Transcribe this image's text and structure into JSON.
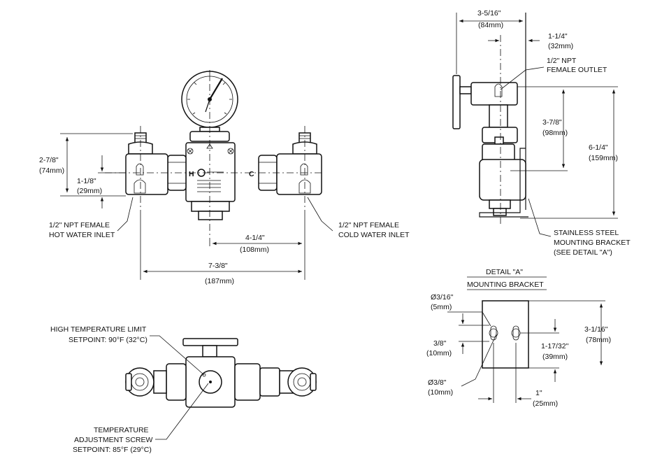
{
  "front_view": {
    "width_overall": "7-3/8\"",
    "width_overall_mm": "(187mm)",
    "inlet_spacing": "4-1/4\"",
    "inlet_spacing_mm": "(108mm)",
    "height_upper": "2-7/8\"",
    "height_upper_mm": "(74mm)",
    "height_lower": "1-1/8\"",
    "height_lower_mm": "(29mm)",
    "hot_inlet_line1": "1/2\" NPT FEMALE",
    "hot_inlet_line2": "HOT WATER INLET",
    "cold_inlet_line1": "1/2\" NPT FEMALE",
    "cold_inlet_line2": "COLD WATER INLET",
    "port_h": "H",
    "port_c": "C"
  },
  "side_view": {
    "depth": "3-5/16\"",
    "depth_mm": "(84mm)",
    "offset": "1-1/4\"",
    "offset_mm": "(32mm)",
    "outlet_line1": "1/2\" NPT",
    "outlet_line2": "FEMALE OUTLET",
    "height_mid": "3-7/8\"",
    "height_mid_mm": "(98mm)",
    "height_total": "6-1/4\"",
    "height_total_mm": "(159mm)",
    "bracket_line1": "STAINLESS STEEL",
    "bracket_line2": "MOUNTING BRACKET",
    "bracket_line3": "(SEE DETAIL \"A\")"
  },
  "bottom_view": {
    "high_limit_line1": "HIGH TEMPERATURE LIMIT",
    "high_limit_line2": "SETPOINT: 90°F (32°C)",
    "adjust_line1": "TEMPERATURE",
    "adjust_line2": "ADJUSTMENT SCREW",
    "adjust_line3": "SETPOINT: 85°F (29°C)"
  },
  "detail": {
    "title_line1": "DETAIL \"A\"",
    "title_line2": "MOUNTING BRACKET",
    "slot_dia_small": "Ø3/16\"",
    "slot_dia_small_mm": "(5mm)",
    "slot_len": "3/8\"",
    "slot_len_mm": "(10mm)",
    "slot_dia_large": "Ø3/8\"",
    "slot_dia_large_mm": "(10mm)",
    "slot_spacing": "1\"",
    "slot_spacing_mm": "(25mm)",
    "hole_height": "1-17/32\"",
    "hole_height_mm": "(39mm)",
    "bracket_height": "3-1/16\"",
    "bracket_height_mm": "(78mm)"
  }
}
